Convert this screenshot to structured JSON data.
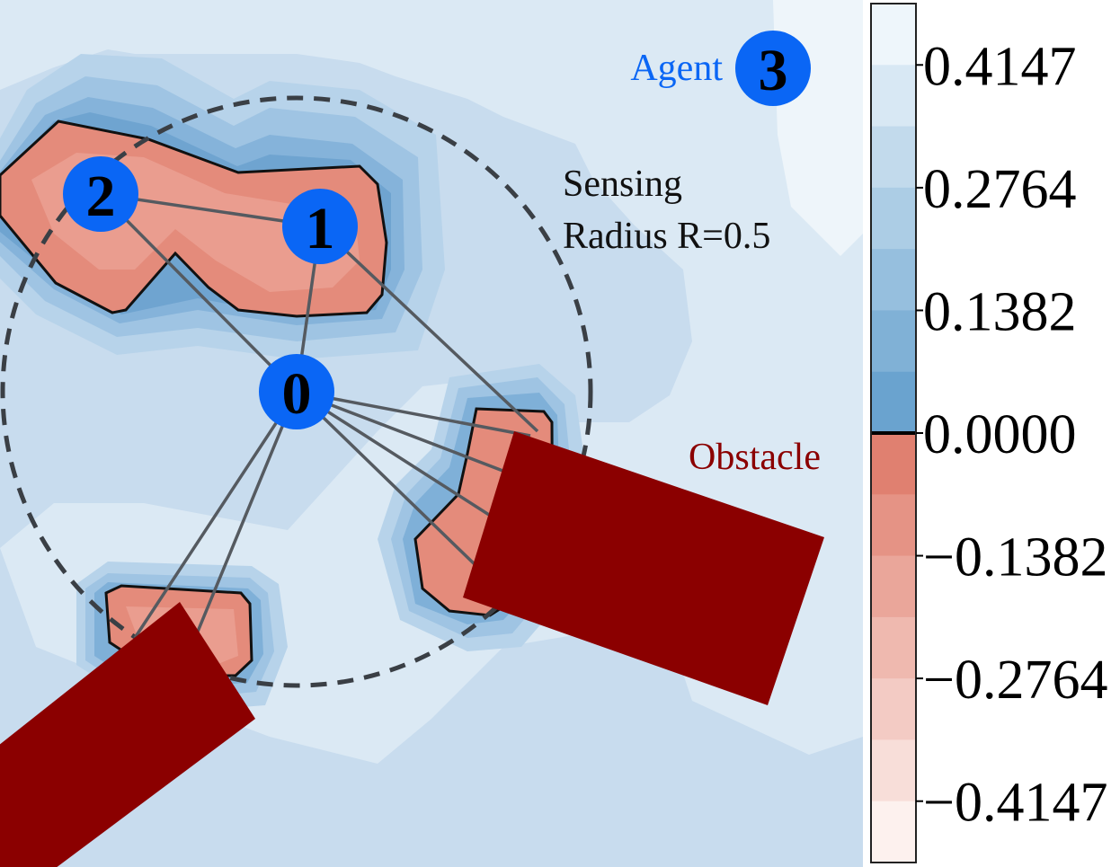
{
  "chart_data": {
    "type": "heatmap",
    "title": "",
    "xlabel": "",
    "ylabel": "",
    "colorbar": {
      "ticks": [
        "0.4147",
        "0.2764",
        "0.1382",
        "0.0000",
        "−0.1382",
        "−0.2764",
        "−0.4147"
      ],
      "tick_values": [
        0.4147,
        0.2764,
        0.1382,
        0.0,
        -0.1382,
        -0.2764,
        -0.4147
      ],
      "range": [
        -0.4838,
        0.4838
      ],
      "levels": 14,
      "zero_contour": true
    },
    "agents": [
      {
        "id": "0",
        "label": "0"
      },
      {
        "id": "1",
        "label": "1"
      },
      {
        "id": "2",
        "label": "2"
      },
      {
        "id": "3",
        "label": "3"
      }
    ],
    "sensing_radius": 0.5,
    "annotations": {
      "agent_legend": "Agent",
      "sensing_line1": "Sensing",
      "sensing_line2": "Radius R=0.5",
      "obstacle": "Obstacle"
    },
    "colors": {
      "agent": "#0a66f5",
      "obstacle": "#8b0000",
      "positive_light": "#eef6fb",
      "positive_dark": "#6aa3cf",
      "negative_light": "#fdf1ee",
      "negative_dark": "#e08070"
    }
  }
}
